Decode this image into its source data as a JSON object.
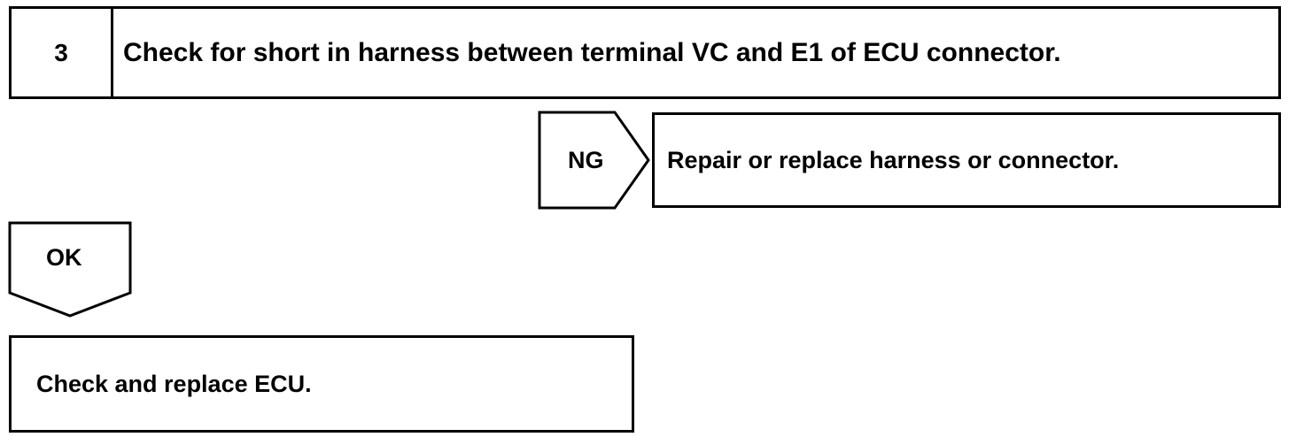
{
  "step": {
    "number": "3",
    "title": "Check for short in harness between terminal VC and E1 of ECU connector."
  },
  "ng_branch": {
    "label": "NG",
    "action": "Repair or replace harness or connector."
  },
  "ok_branch": {
    "label": "OK",
    "action": "Check and replace ECU."
  }
}
